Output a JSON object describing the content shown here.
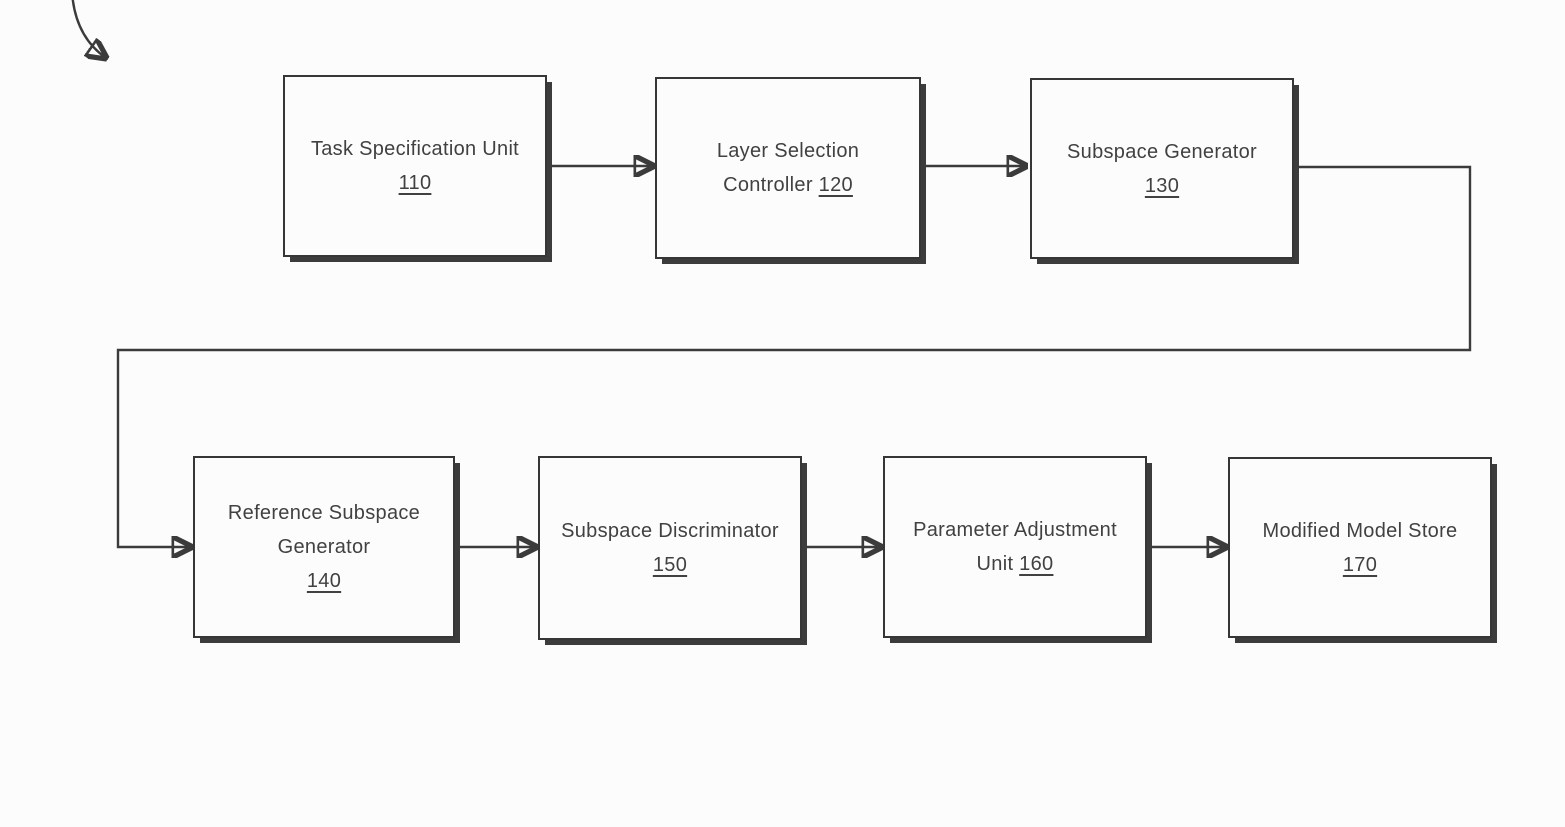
{
  "figure": {
    "ink_color": "#3a3a3a",
    "background_color": "#ffffff",
    "boxes": [
      {
        "title": "Task Specification Unit",
        "ref": "110"
      },
      {
        "title": "Layer Selection",
        "title2": "Controller",
        "ref": "120"
      },
      {
        "title": "Subspace Generator",
        "ref": "130"
      },
      {
        "title": "Reference Subspace",
        "title2": "Generator",
        "ref": "140"
      },
      {
        "title": "Subspace Discriminator",
        "ref": "150"
      },
      {
        "title": "Parameter Adjustment",
        "title2": "Unit",
        "ref": "160"
      },
      {
        "title": "Modified Model Store",
        "ref": "170"
      }
    ],
    "connections": [
      {
        "from": "110",
        "to": "120"
      },
      {
        "from": "120",
        "to": "130"
      },
      {
        "from": "130",
        "to": "140"
      },
      {
        "from": "140",
        "to": "150"
      },
      {
        "from": "150",
        "to": "160"
      },
      {
        "from": "160",
        "to": "170"
      }
    ]
  }
}
